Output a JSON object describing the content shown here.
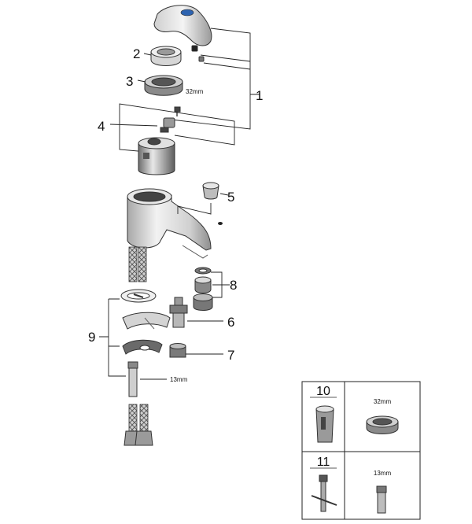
{
  "callouts": {
    "c1": "1",
    "c2": "2",
    "c3": "3",
    "c4": "4",
    "c5": "5",
    "c6": "6",
    "c7": "7",
    "c8": "8",
    "c9": "9"
  },
  "dimensions": {
    "nut_size": "32mm",
    "wrench_size": "13mm"
  },
  "tools_table": {
    "row1_number": "10",
    "row1_size": "32mm",
    "row2_number": "11",
    "row2_size": "13mm"
  },
  "colors": {
    "line": "#222222",
    "part_dark": "#3a3a3a",
    "part_mid": "#8a8a8a",
    "part_light": "#d9d9d9"
  }
}
